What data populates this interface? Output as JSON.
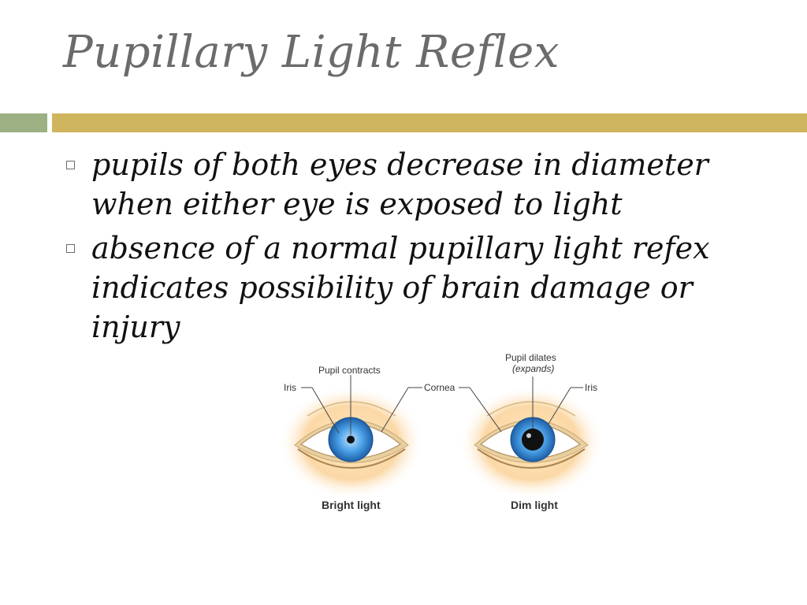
{
  "slide": {
    "title": "Pupillary Light Reflex",
    "bullets": [
      "pupils of both eyes decrease in diameter when either eye is exposed to light",
      "absence of a normal pupillary light refex indicates possibility of brain damage or injury"
    ],
    "colors": {
      "title": "#6b6b6b",
      "bar_left": "#9cb084",
      "bar_right": "#cfb65e",
      "iris": "#3b8fd8"
    }
  },
  "figure": {
    "left_eye": {
      "label_iris": "Iris",
      "label_pupil": "Pupil contracts",
      "caption": "Bright light"
    },
    "right_eye": {
      "label_cornea": "Cornea",
      "label_pupil": "Pupil dilates",
      "label_pupil_note": "(expands)",
      "label_iris": "Iris",
      "caption": "Dim light"
    }
  }
}
